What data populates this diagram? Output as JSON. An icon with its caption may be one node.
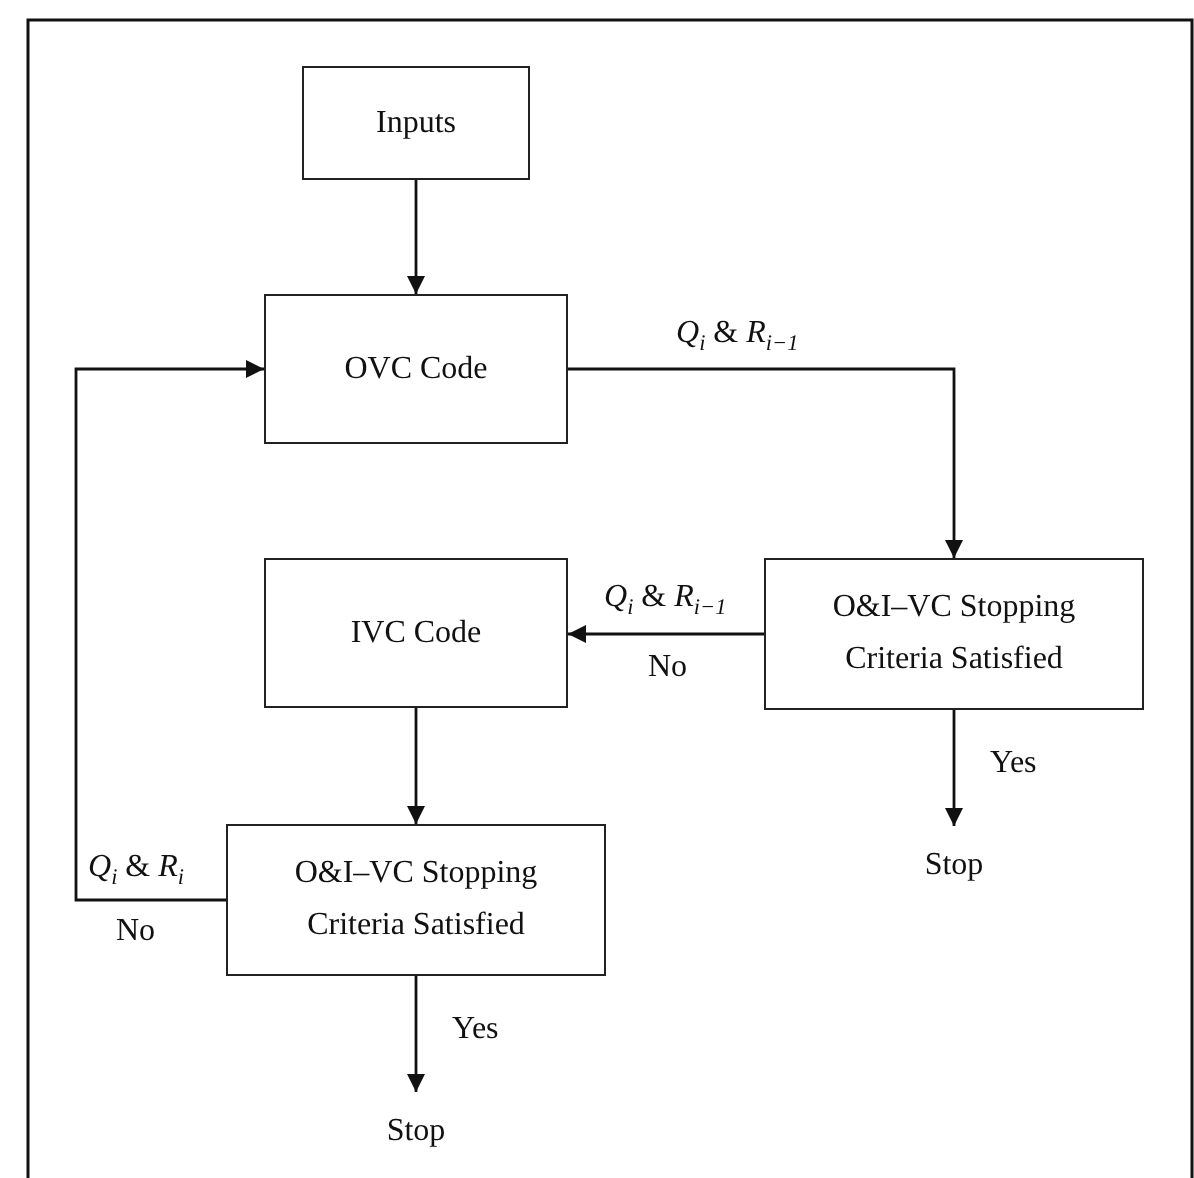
{
  "diagram": {
    "nodes": [
      {
        "text": [
          "Inputs"
        ]
      },
      {
        "text": [
          "OVC Code"
        ]
      },
      {
        "text": [
          "O&I–VC Stopping Criteria Satisfied"
        ]
      },
      {
        "text": [
          "IVC Code"
        ]
      },
      {
        "text": [
          "O&I–VC Stopping Criteria Satisfied"
        ]
      },
      {
        "text": [
          "Stop"
        ]
      },
      {
        "text": [
          "Stop"
        ]
      }
    ],
    "edges": [
      {
        "from": 0,
        "to": 1,
        "arrow": "to"
      },
      {
        "from": 1,
        "to": 2,
        "arrow": "to",
        "label": "*Q*$_{i}$ & *R*$_{i−1}$"
      },
      {
        "from": 2,
        "to": 3,
        "arrow": "to",
        "label": "*Q*$_{i}$ & *R*$_{i−1}$"
      },
      {
        "from": 3,
        "to": 4,
        "arrow": "to"
      },
      {
        "from": 4,
        "to": 1,
        "arrow": "to",
        "label": "*Q*$_{i}$ & *R*$_{i}$"
      },
      {
        "from": 2,
        "to": 5,
        "arrow": "to",
        "label": "Yes"
      },
      {
        "from": 4,
        "to": 6,
        "arrow": "to",
        "label": "Yes"
      }
    ],
    "labels": [
      "No",
      "No"
    ]
  }
}
